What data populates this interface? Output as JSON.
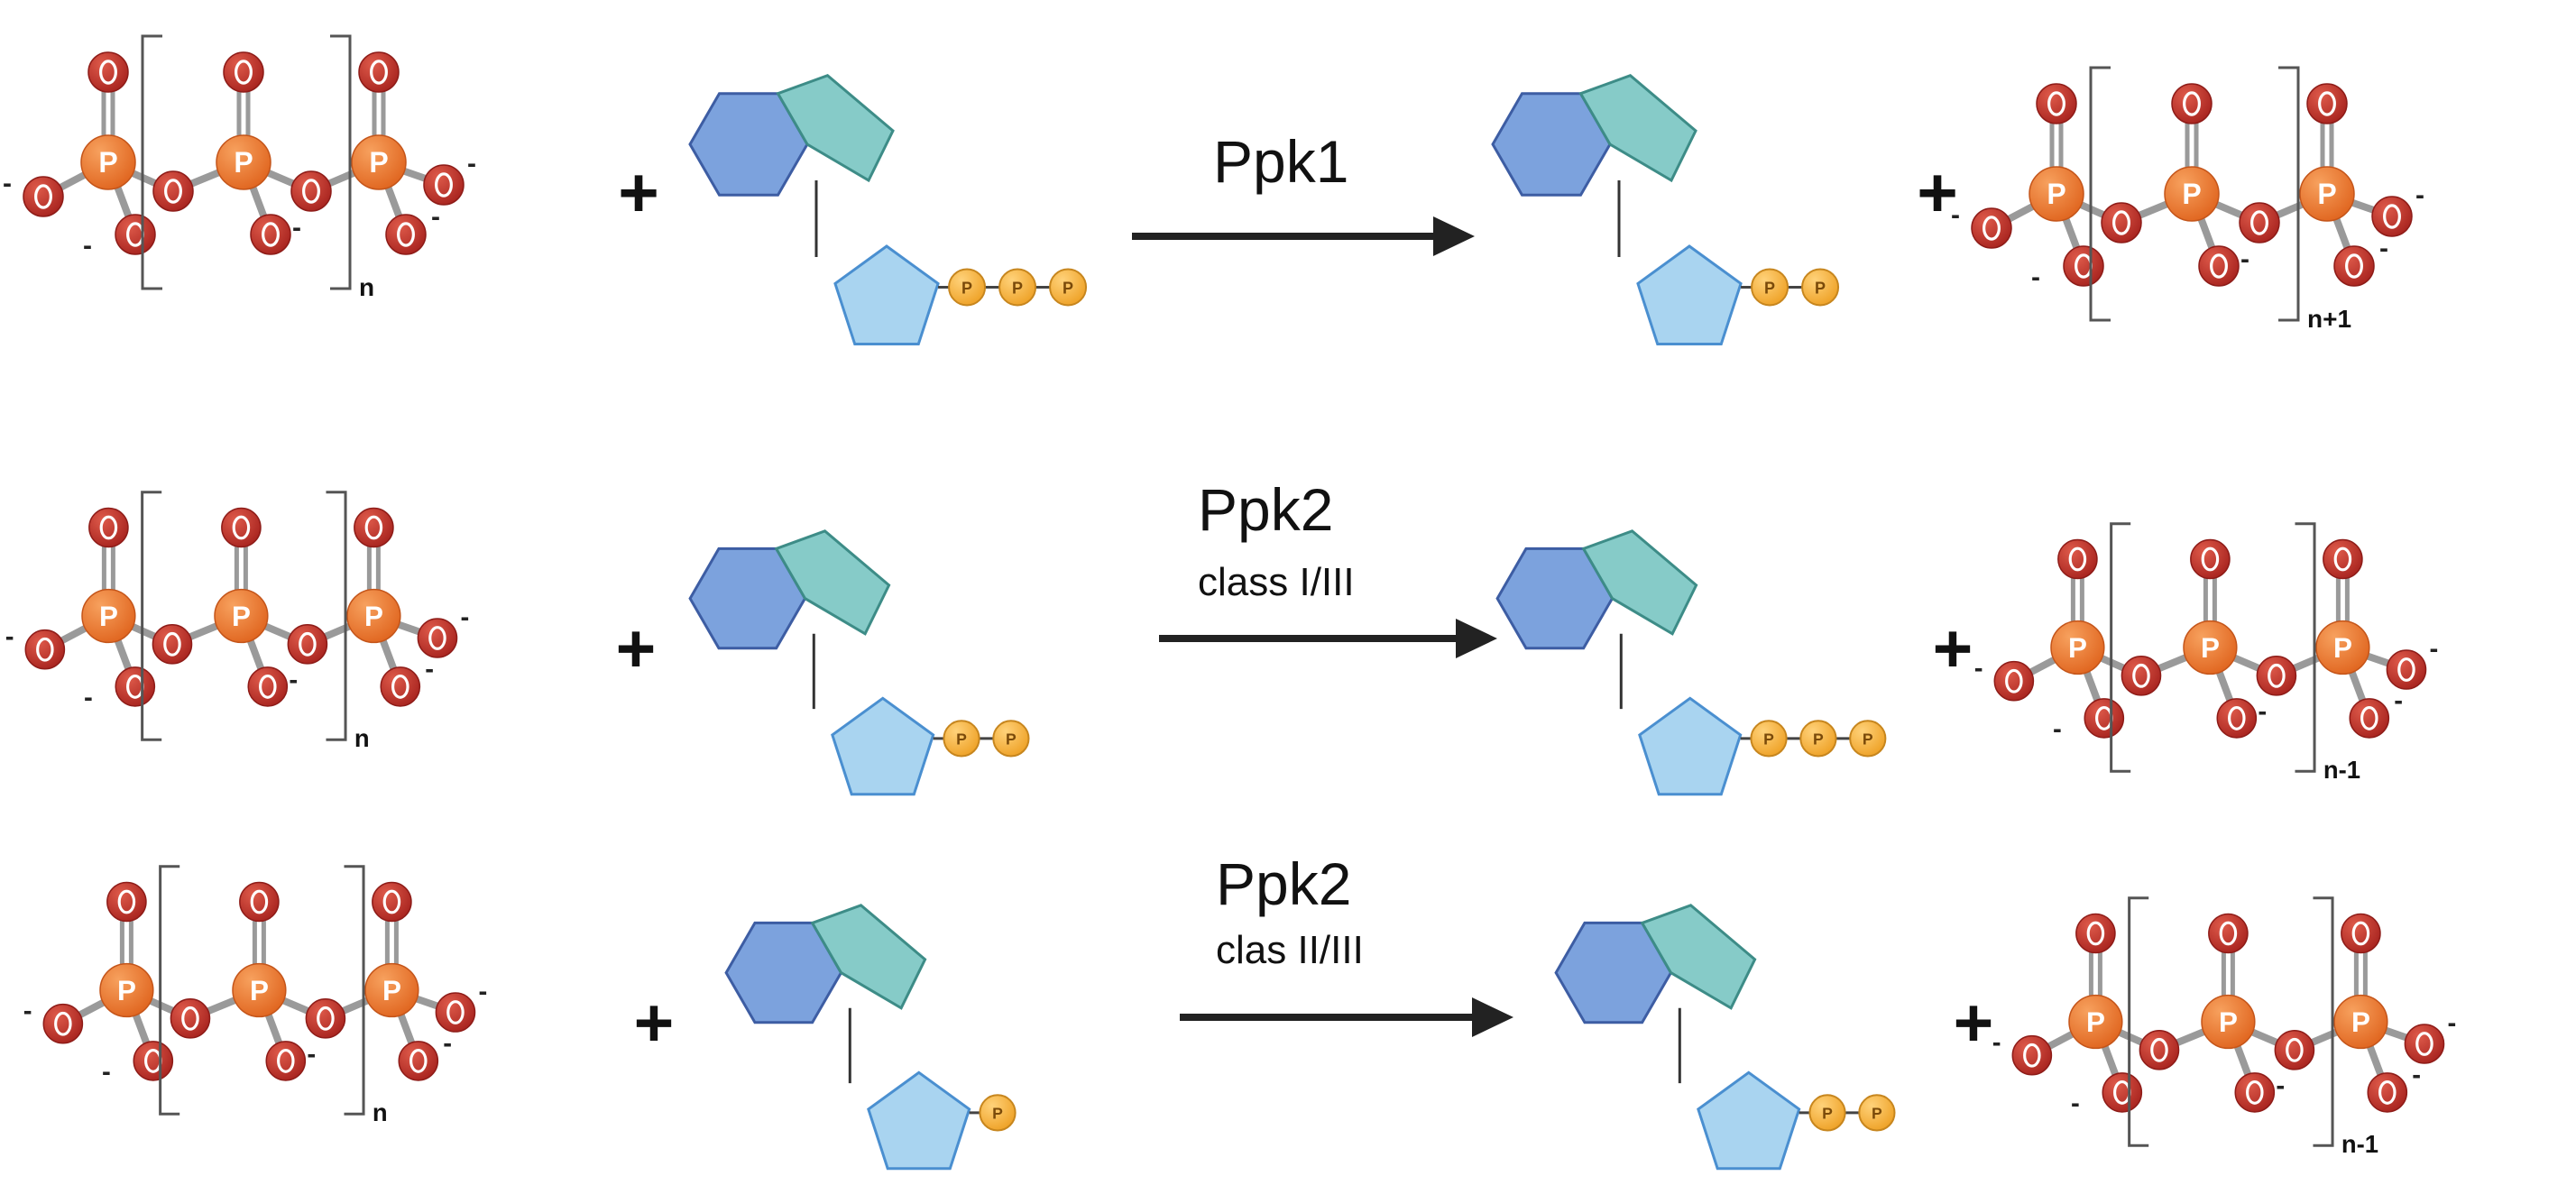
{
  "symbols": {
    "plus": "+",
    "P": "P",
    "O": "O",
    "minus": "-"
  },
  "colors": {
    "phosphorus": "#e8742e",
    "oxygen": "#c0302a",
    "bond": "#9a9a9a",
    "hexagon": "#7ca2dd",
    "five_ring": "#86cbc8",
    "ribose": "#a9d4f0",
    "phosphate_bead": "#f4b23c",
    "arrow": "#222222"
  },
  "icons": {
    "polyphosphate": "polyphosphate-chain-icon",
    "nucleotide": "adenine-nucleotide-icon"
  },
  "reactions": [
    {
      "enzyme": "Ppk1",
      "enzyme_class": "",
      "substrate_polyp_index": "n",
      "substrate_nucleotide_phosphates": 3,
      "product_nucleotide_phosphates": 2,
      "product_polyp_index": "n+1"
    },
    {
      "enzyme": "Ppk2",
      "enzyme_class": "class I/III",
      "substrate_polyp_index": "n",
      "substrate_nucleotide_phosphates": 2,
      "product_nucleotide_phosphates": 3,
      "product_polyp_index": "n-1"
    },
    {
      "enzyme": "Ppk2",
      "enzyme_class": "clas II/III",
      "substrate_polyp_index": "n",
      "substrate_nucleotide_phosphates": 1,
      "product_nucleotide_phosphates": 2,
      "product_polyp_index": "n-1"
    }
  ]
}
